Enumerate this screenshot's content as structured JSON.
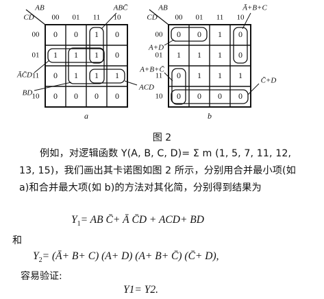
{
  "figure": {
    "caption": "图 2",
    "map_a": {
      "corner_top": "AB",
      "corner_left": "CD",
      "cols": [
        "00",
        "01",
        "11",
        "10"
      ],
      "rows": [
        "00",
        "01",
        "11",
        "10"
      ],
      "cells": [
        [
          "0",
          "0",
          "1",
          "0"
        ],
        [
          "1",
          "1",
          "1",
          "0"
        ],
        [
          "0",
          "1",
          "1",
          "1"
        ],
        [
          "0",
          "0",
          "0",
          "0"
        ]
      ],
      "group_labels": {
        "top": "ABC̄",
        "left_mid": "ĀC̄D",
        "bottom_left": "BD",
        "bottom_right": "ACD"
      },
      "sub_label": "a"
    },
    "map_b": {
      "corner_top": "AB",
      "corner_left": "CD",
      "cols": [
        "00",
        "01",
        "11",
        "10"
      ],
      "rows": [
        "00",
        "01",
        "11",
        "10"
      ],
      "cells": [
        [
          "0",
          "0",
          "1",
          "0"
        ],
        [
          "1",
          "1",
          "1",
          "0"
        ],
        [
          "0",
          "1",
          "1",
          "1"
        ],
        [
          "0",
          "0",
          "0",
          "0"
        ]
      ],
      "group_labels": {
        "top_right": "Ā+B+C",
        "left_top": "A+D",
        "left_mid": "A+B+C̄",
        "right_mid": "C̄+D"
      },
      "sub_label": "b"
    }
  },
  "text": {
    "para1": "例如，对逻辑函数 Y(A, B, C, D)= Σ m (1, 5, 7, 11, 12, 13, 15)，我们画出其卡诺图如图 2 所示，分别用合并最小项(如 a)和合并最大项(如 b)的方法对其化简，分别得到结果为",
    "eq1_lhs": "Y",
    "eq1_sub": "1",
    "eq1_rhs": "= AB C̄+ Ā C̄D + ACD+ BD",
    "and": "和",
    "eq2_lhs": "Y",
    "eq2_sub": "2",
    "eq2_rhs": "= (Ā+ B+ C) (A+ D) (A+ B+ C̄) (C̄+ D),",
    "verify": "容易验证:",
    "eq3": "Y1= Y2."
  }
}
